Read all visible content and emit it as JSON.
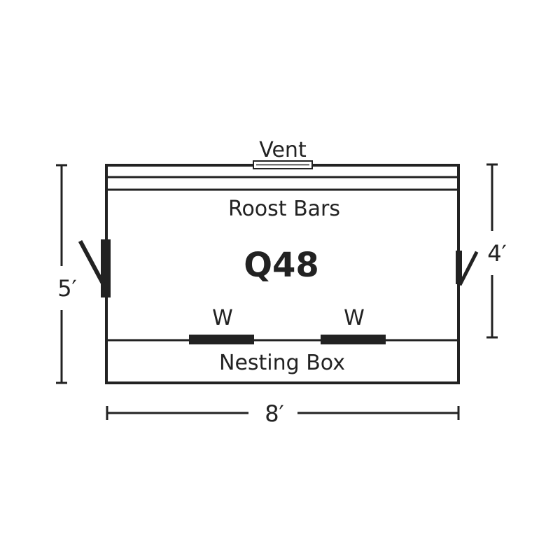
{
  "labels": {
    "vent": "Vent",
    "roost_bars": "Roost Bars",
    "model": "Q48",
    "window_left": "W",
    "window_right": "W",
    "nesting_box": "Nesting Box"
  },
  "dimensions": {
    "height_left": "5′",
    "height_right": "4′",
    "width_bottom": "8′"
  },
  "colors": {
    "stroke": "#222222",
    "background": "#ffffff"
  }
}
